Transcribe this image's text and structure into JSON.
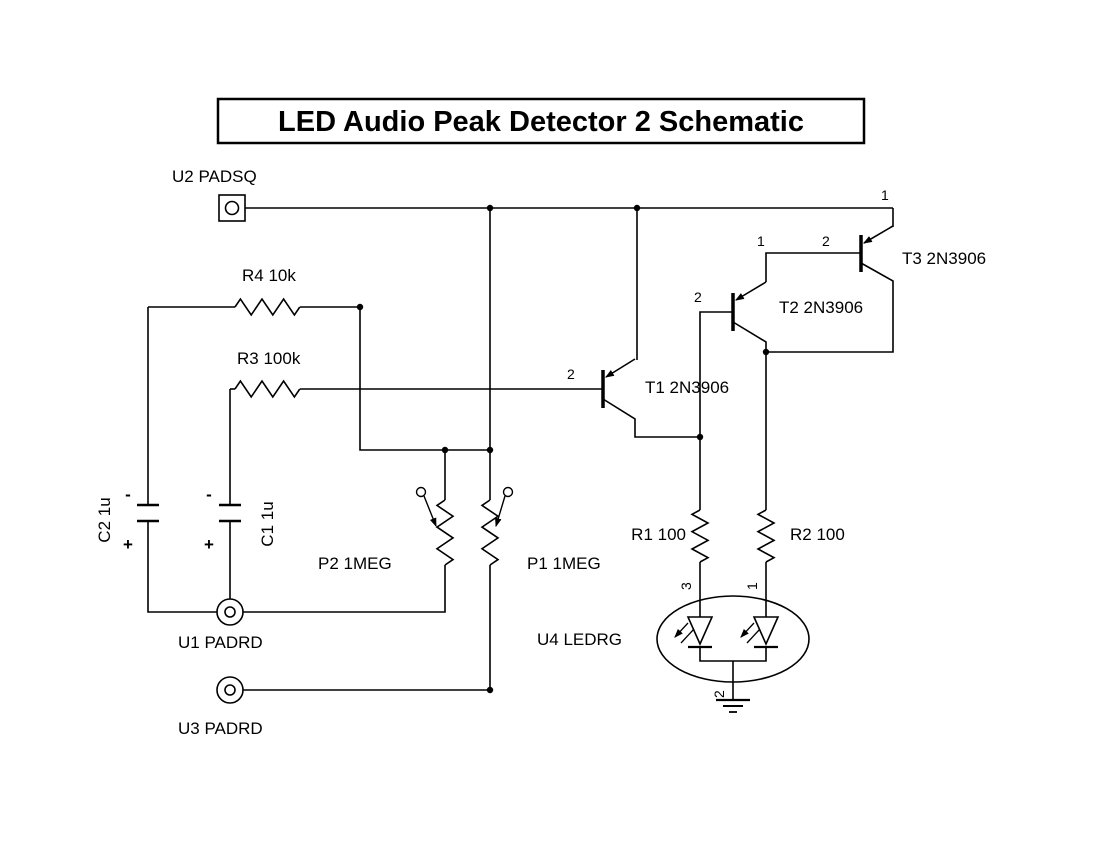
{
  "title": "LED Audio Peak Detector 2 Schematic",
  "labels": {
    "u2": "U2 PADSQ",
    "u1": "U1 PADRD",
    "u3": "U3 PADRD",
    "u4": "U4 LEDRG",
    "r1": "R1 100",
    "r2": "R2 100",
    "r3": "R3 100k",
    "r4": "R4 10k",
    "c1": "C1 1u",
    "c2": "C2 1u",
    "p1": "P1 1MEG",
    "p2": "P2 1MEG",
    "t1": "T1 2N3906",
    "t2": "T2 2N3906",
    "t3": "T3 2N3906"
  },
  "pins": {
    "t3_emitter": "1",
    "t3_base": "2",
    "t2_emitter": "1",
    "t2_base": "2",
    "t1_base": "2",
    "u4_led1": "3",
    "u4_led2": "1",
    "u4_common": "2"
  },
  "polarity": {
    "c2_minus": "-",
    "c2_plus": "+",
    "c1_minus": "-",
    "c1_plus": "+"
  },
  "colors": {
    "ink": "#000000",
    "background": "#ffffff"
  }
}
